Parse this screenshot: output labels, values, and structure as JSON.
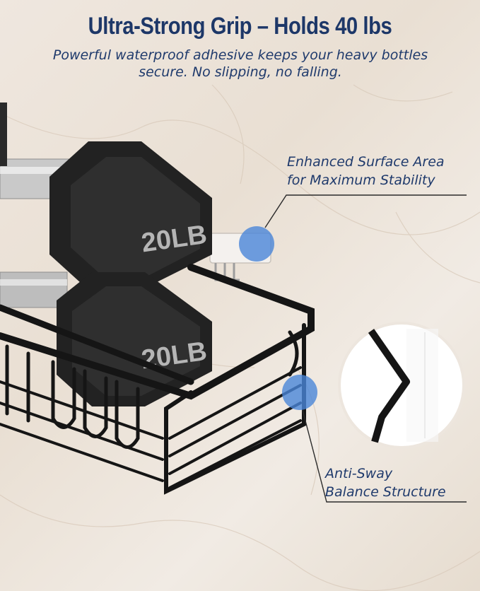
{
  "headline": "Ultra-Strong Grip – Holds 40 lbs",
  "subheadline": "Powerful waterproof adhesive keeps your heavy bottles secure. No slipping, no falling.",
  "callouts": {
    "surface": {
      "line1": "Enhanced Surface Area",
      "line2": "for Maximum Stability"
    },
    "sway": {
      "line1": "Anti-Sway",
      "line2": "Balance Structure"
    }
  },
  "dumbbell_labels": {
    "top": "20LB",
    "bottom": "20LB"
  },
  "colors": {
    "title": "#1d3768",
    "marker": "#4a86d8",
    "rack": "#161616"
  }
}
